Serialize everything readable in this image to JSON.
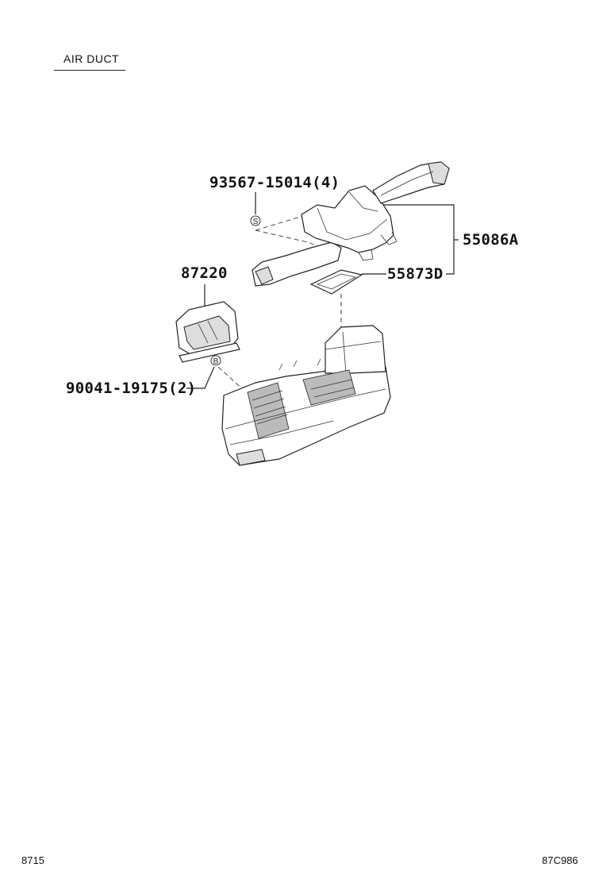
{
  "header": {
    "title": "AIR DUCT"
  },
  "labels": {
    "bolt": "93567-15014(4)",
    "duct_assy": "55086A",
    "gasket": "55873D",
    "part_87220": "87220",
    "clip": "90041-19175(2)"
  },
  "symbols": {
    "s_marker": "S",
    "b_marker": "B"
  },
  "footer": {
    "page_code": "8715",
    "figure_code": "87C986"
  }
}
